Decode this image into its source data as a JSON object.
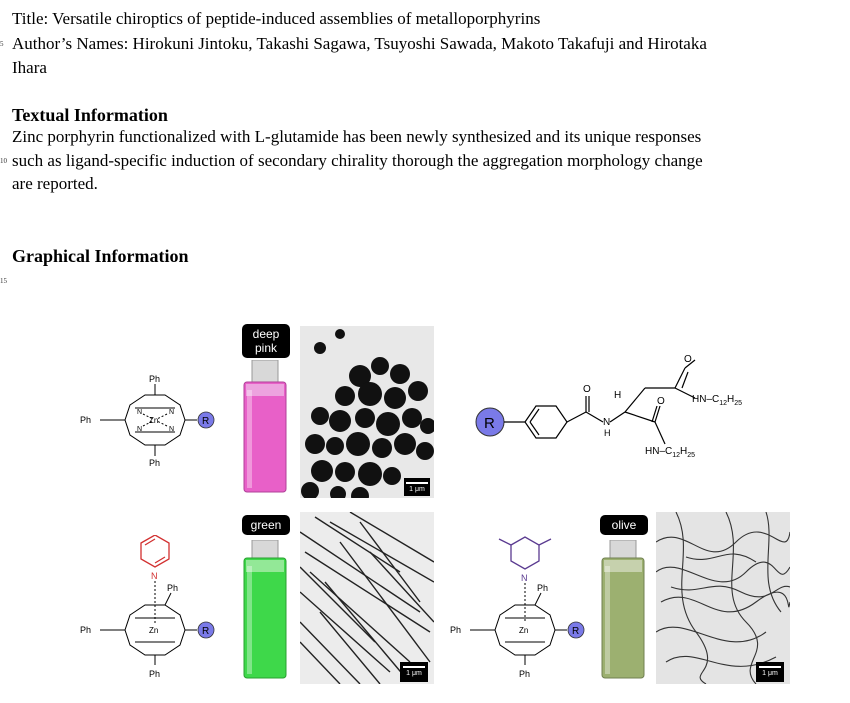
{
  "paper": {
    "title_line": "Title: Versatile chiroptics of peptide-induced assemblies of metalloporphyrins",
    "authors_line1": "Author’s Names: Hirokuni Jintoku, Takashi Sagawa, Tsuyoshi Sawada, Makoto Takafuji and Hirotaka",
    "authors_line2": "Ihara",
    "textual_heading": "Textual Information",
    "textual_line1": "Zinc porphyrin functionalized with L-glutamide has been newly synthesized and its unique responses",
    "textual_line2": "such as ligand-specific induction of secondary chirality thorough the aggregation morphology change",
    "textual_line3": "are reported.",
    "graphical_heading": "Graphical Information"
  },
  "line_numbers": [
    "5",
    "10",
    "15"
  ],
  "figure": {
    "vials": [
      {
        "label_line1": "deep",
        "label_line2": "pink",
        "color": "#e860c8"
      },
      {
        "label_line1": "green",
        "label_line2": "",
        "color": "#3ed84a"
      },
      {
        "label_line1": "olive",
        "label_line2": "",
        "color": "#9cb070"
      }
    ],
    "scale_bar_label": "1 μm",
    "structure_labels": {
      "ph": "Ph",
      "zn": "Zn",
      "n": "N",
      "r": "R",
      "o": "O",
      "h": "H",
      "hn_c12": "HN–C12H25",
      "hn_prefix": "HN–C",
      "c_sub": "12",
      "h_main": "H",
      "h_sub": "25"
    },
    "colors": {
      "pyridine": "#d23030",
      "lutidine": "#5a3a90",
      "r_fill": "#7a7ae8"
    }
  }
}
